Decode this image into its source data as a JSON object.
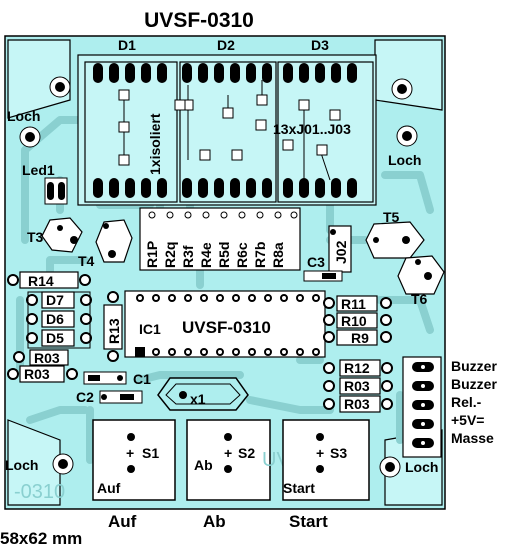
{
  "board": {
    "title": "UVSF-0310",
    "size_label": "58x62 mm",
    "ic_label": "UVSF-0310",
    "mirror_label": "-0310",
    "mirror_overlay": "UVSF"
  },
  "colors": {
    "board": "#aeeeee",
    "trace": "#8ad0d0",
    "copper_light": "#c6f6f6",
    "ink": "#000000"
  },
  "holes": {
    "top_left": "Loch",
    "top_right": "Loch",
    "bottom_left": "Loch",
    "bottom_right": "Loch"
  },
  "diodes_top": {
    "d1": "D1",
    "d2": "D2",
    "d3": "D3"
  },
  "notes": {
    "isoliert": "1xisoliert",
    "jumpers": "13xJ01..J03"
  },
  "leds": {
    "led1": "Led1"
  },
  "transistors": {
    "t3": "T3",
    "t4": "T4",
    "t5": "T5",
    "t6": "T6"
  },
  "resistor_array": [
    "R1P",
    "R2q",
    "R3f",
    "R4e",
    "R5d",
    "R6c",
    "R7b",
    "R8a"
  ],
  "small_parts": {
    "j02": "J02",
    "c3": "C3",
    "r14": "R14",
    "d7": "D7",
    "d6": "D6",
    "d5": "D5",
    "r13": "R13",
    "ic1": "IC1",
    "r03a": "R03",
    "r03b": "R03",
    "c1": "C1",
    "c2": "C2",
    "x1": "x1",
    "r11": "R11",
    "r10": "R10",
    "r9": "R9",
    "r12": "R12",
    "r03c": "R03",
    "r03d": "R03"
  },
  "connector": [
    "Buzzer",
    "Buzzer",
    "Rel.-",
    "+5V=",
    "Masse"
  ],
  "switches": [
    {
      "id": "S1",
      "inner": "Auf",
      "caption": "Auf"
    },
    {
      "id": "S2",
      "inner": "Ab",
      "caption": "Ab"
    },
    {
      "id": "S3",
      "inner": "Start",
      "caption": "Start"
    }
  ]
}
